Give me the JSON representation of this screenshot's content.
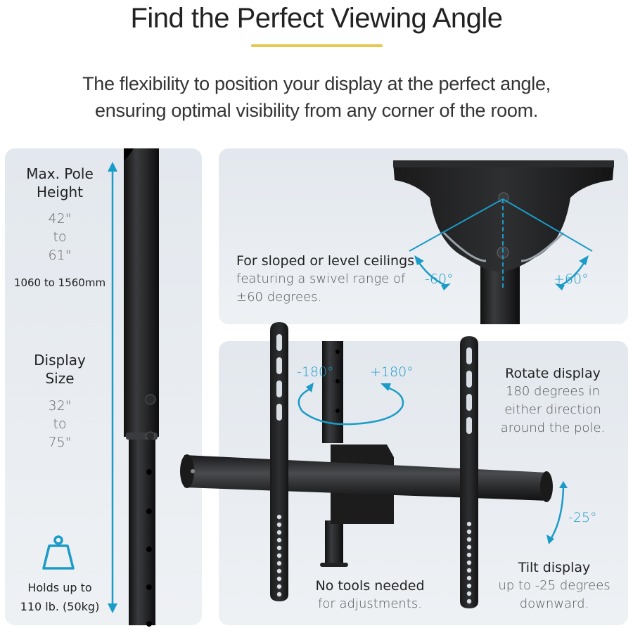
{
  "header": {
    "title": "Find the Perfect Viewing Angle",
    "subtitle_line1": "The flexibility to position your display at the perfect angle,",
    "subtitle_line2": "ensuring optimal visibility from any corner of the room."
  },
  "colors": {
    "accent_yellow": "#e8c64f",
    "accent_blue": "#1b9bc7",
    "panel_bg": "#e8ecf0",
    "metal": "#1e1f21"
  },
  "specs": {
    "pole_height": {
      "label_line1": "Max. Pole",
      "label_line2": "Height",
      "min": "42\"",
      "sep": "to",
      "max": "61\"",
      "mm": "1060 to 1560mm"
    },
    "display_size": {
      "label_line1": "Display",
      "label_line2": "Size",
      "min": "32\"",
      "sep": "to",
      "max": "75\""
    },
    "weight": {
      "icon": "weight-icon",
      "line1": "Holds up to",
      "line2": "110 lb. (50kg)"
    }
  },
  "features": {
    "swivel": {
      "title": "For sloped or level ceilings",
      "body_line1": "featuring a swivel range of",
      "body_line2": "±60 degrees.",
      "left_angle": "-60°",
      "right_angle": "+60°"
    },
    "rotate": {
      "title": "Rotate display",
      "body_line1": "180 degrees in",
      "body_line2": "either direction",
      "body_line3": "around the pole.",
      "left_angle": "-180°",
      "right_angle": "+180°"
    },
    "tools": {
      "title": "No tools needed",
      "body": "for adjustments."
    },
    "tilt": {
      "title": "Tilt display",
      "body_line1": "up to -25 degrees",
      "body_line2": "downward.",
      "angle": "-25°"
    }
  }
}
